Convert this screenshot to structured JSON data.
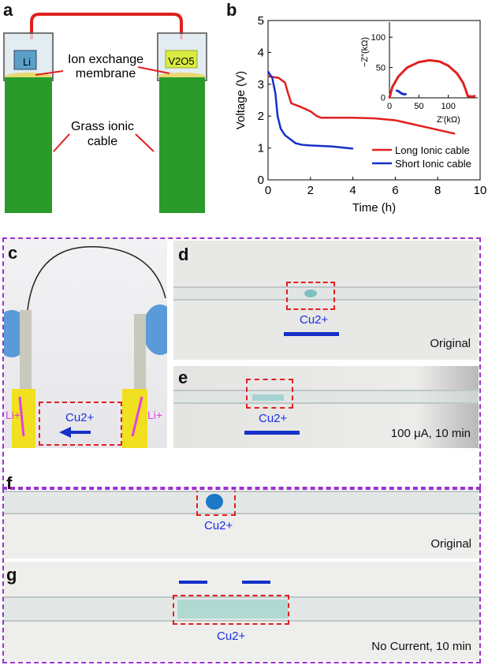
{
  "panels": {
    "a": "a",
    "b": "b",
    "c": "c",
    "d": "d",
    "e": "e",
    "f": "f",
    "g": "g"
  },
  "panel_a": {
    "electrode_left": "Li",
    "electrode_right": "V2O5",
    "membrane_label_1": "Ion exchange",
    "membrane_label_2": "membrane",
    "cable_label_1": "Grass ionic",
    "cable_label_2": "cable"
  },
  "panel_c": {
    "ion_left": "Li+",
    "ion_right": "Li+",
    "cu_label": "Cu2+"
  },
  "panel_d": {
    "cu_label": "Cu2+",
    "caption": "Original"
  },
  "panel_e": {
    "cu_label": "Cu2+",
    "caption": "100 μA, 10 min"
  },
  "panel_f": {
    "cu_label": "Cu2+",
    "caption": "Original"
  },
  "panel_g": {
    "cu_label": "Cu2+",
    "caption": "No Current, 10 min"
  },
  "colors": {
    "long": "#e02020",
    "short": "#1530c8",
    "frame": "#9b30d0",
    "grass": "#2a9a2a"
  },
  "chart_data": [
    {
      "type": "line",
      "title": "",
      "xlabel": "Time (h)",
      "ylabel": "Voltage (V)",
      "xlim": [
        0,
        10
      ],
      "ylim": [
        0,
        5
      ],
      "xticks": [
        0,
        2,
        4,
        6,
        8,
        10
      ],
      "yticks": [
        0,
        1,
        2,
        3,
        4,
        5
      ],
      "legend": "bottom-right",
      "series": [
        {
          "name": "Long Ionic cable",
          "color": "#e02020",
          "x": [
            0,
            0.5,
            0.8,
            0.95,
            1.1,
            1.5,
            2,
            2.3,
            2.5,
            4,
            5,
            6,
            7,
            8,
            8.8
          ],
          "y": [
            3.25,
            3.2,
            3.05,
            2.7,
            2.4,
            2.3,
            2.15,
            2.0,
            1.95,
            1.95,
            1.93,
            1.87,
            1.72,
            1.57,
            1.45
          ]
        },
        {
          "name": "Short Ionic cable",
          "color": "#1530c8",
          "x": [
            0,
            0.2,
            0.35,
            0.45,
            0.6,
            0.8,
            1,
            1.3,
            1.6,
            2,
            3,
            4
          ],
          "y": [
            3.4,
            3.2,
            2.7,
            2.0,
            1.6,
            1.4,
            1.3,
            1.15,
            1.1,
            1.08,
            1.05,
            0.98
          ]
        }
      ]
    },
    {
      "type": "scatter",
      "title": "inset",
      "xlabel": "Z′(kΩ)",
      "ylabel": "−Z″(kΩ)",
      "xlim": [
        0,
        150
      ],
      "ylim": [
        0,
        125
      ],
      "xticks": [
        0,
        50,
        100
      ],
      "yticks": [
        0,
        50,
        100
      ],
      "series": [
        {
          "name": "Long Ionic cable",
          "color": "#e02020",
          "x": [
            0,
            5,
            15,
            30,
            50,
            68,
            85,
            100,
            115,
            125,
            130,
            133,
            140,
            145
          ],
          "y": [
            0,
            18,
            35,
            50,
            59,
            62,
            60,
            53,
            40,
            25,
            12,
            3,
            2,
            3
          ]
        },
        {
          "name": "Short Ionic cable",
          "color": "#1530c8",
          "x": [
            12,
            15,
            18,
            21,
            24,
            28
          ],
          "y": [
            12,
            11,
            9,
            7,
            6,
            6
          ]
        }
      ]
    }
  ]
}
